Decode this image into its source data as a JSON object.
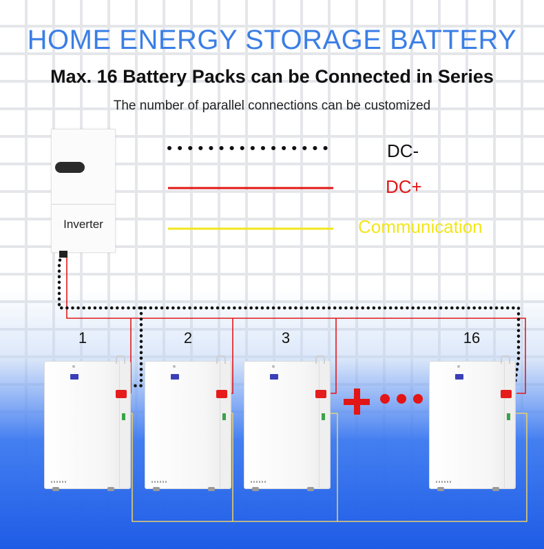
{
  "header": {
    "title": "HOME ENERGY STORAGE BATTERY",
    "subtitle": "Max. 16 Battery Packs can be Connected in Series",
    "note": "The number of parallel connections can be customized"
  },
  "legend": [
    {
      "label": "DC-",
      "color": "#111111",
      "style": "dotted"
    },
    {
      "label": "DC+",
      "color": "#e21616",
      "style": "solid"
    },
    {
      "label": "Communication",
      "color": "#f2e61a",
      "style": "solid"
    }
  ],
  "inverter": {
    "label": "Inverter"
  },
  "batteries": [
    {
      "number": "1"
    },
    {
      "number": "2"
    },
    {
      "number": "3"
    },
    {
      "number": "16"
    }
  ],
  "colors": {
    "title": "#3a7ee6",
    "dc_minus": "#111111",
    "dc_plus": "#e21616",
    "communication": "#e8cf6a",
    "background_bottom": "#1e5ce6"
  }
}
